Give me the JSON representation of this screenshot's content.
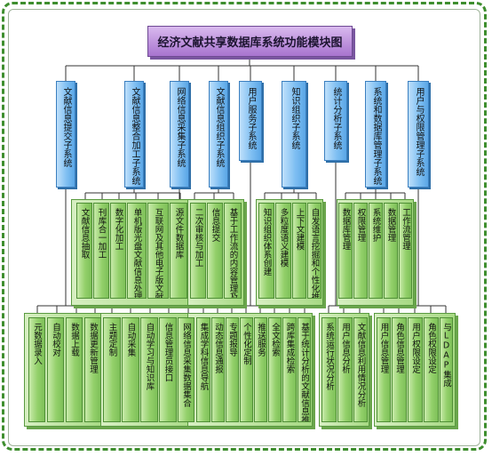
{
  "title": "经济文献共享数据库系统功能模块图",
  "subsystems": [
    {
      "label": "文献信息提交子系统"
    },
    {
      "label": "文献信息整合加工子系统"
    },
    {
      "label": "网络信息采集子系统"
    },
    {
      "label": "文献信息组织子系统"
    },
    {
      "label": "用户服务子系统"
    },
    {
      "label": "知识组织子系统"
    },
    {
      "label": "统计分析子系统"
    },
    {
      "label": "系统和数据库管理子系统"
    },
    {
      "label": "用户与权限管理子系统"
    }
  ],
  "mid_modules": [
    {
      "label": "文献信息抽取"
    },
    {
      "label": "刊库合一加工"
    },
    {
      "label": "数字化加工"
    },
    {
      "label": "单机版光盘文献信息处理"
    },
    {
      "label": "互联网及其他电子版文献信息"
    },
    {
      "label": "源文件数据库"
    },
    {
      "label": "二次审核与加工"
    },
    {
      "label": "信息提交"
    },
    {
      "label": "基于工作流的内容管理及发布"
    },
    {
      "label": "知识组织体系创建"
    },
    {
      "label": "多粒度语义建模"
    },
    {
      "label": "上下文建模"
    },
    {
      "label": "自发语言挖掘和个性化推荐"
    },
    {
      "label": "数据库管理"
    },
    {
      "label": "权限管理"
    },
    {
      "label": "系统维护"
    },
    {
      "label": "数据管理"
    },
    {
      "label": "工作流管理"
    }
  ],
  "bottom_modules": [
    {
      "label": "元数据录入"
    },
    {
      "label": "自动校对"
    },
    {
      "label": "数据上载"
    },
    {
      "label": "数据更新管理"
    },
    {
      "label": "主题定制"
    },
    {
      "label": "自动采集"
    },
    {
      "label": "自动学习与知识库"
    },
    {
      "label": "信息管理员接口"
    },
    {
      "label": "网络信息采集数据集合"
    },
    {
      "label": "集成学科信息导航"
    },
    {
      "label": "动态信息通报"
    },
    {
      "label": "专题报导"
    },
    {
      "label": "个性化定制"
    },
    {
      "label": "推送服务"
    },
    {
      "label": "全文检索"
    },
    {
      "label": "跨库集成检索"
    },
    {
      "label": "基于统计分析的文献信息推荐"
    },
    {
      "label": "系统运行状况分析"
    },
    {
      "label": "用户信息分析"
    },
    {
      "label": "文献信息利用情况分析"
    },
    {
      "label": "用户信息管理"
    },
    {
      "label": "角色信息管理"
    },
    {
      "label": "用户权限设定"
    },
    {
      "label": "角色权限设定"
    },
    {
      "label": "与LDAP集成"
    }
  ],
  "colors": {
    "title_fill": "#b98ad9",
    "subsystem_fill": "#7fbff2",
    "module_fill": "#93d06a",
    "frame": "#3e8e2e"
  }
}
